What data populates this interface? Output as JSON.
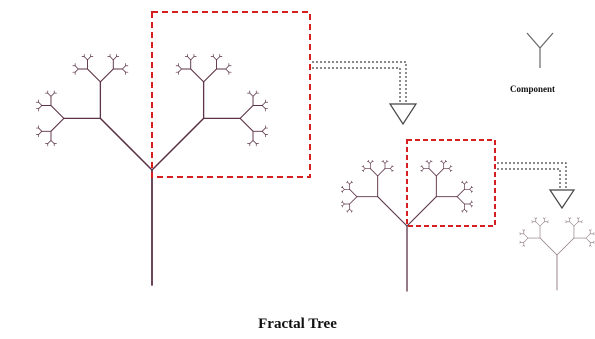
{
  "title": "Fractal Tree",
  "component_label": "Component",
  "colors": {
    "branch": "#5c3347",
    "branch_faded": "#8e7a86",
    "highlight_box": "#d62020",
    "arrow_line": "#444444",
    "background": "#ffffff"
  },
  "fractal": {
    "depth": 6,
    "branch_angle_deg": 90,
    "length_ratio": 0.5
  },
  "icons": {
    "component": "y-branch-icon",
    "arrows": "dotted-down-arrow-icon"
  }
}
